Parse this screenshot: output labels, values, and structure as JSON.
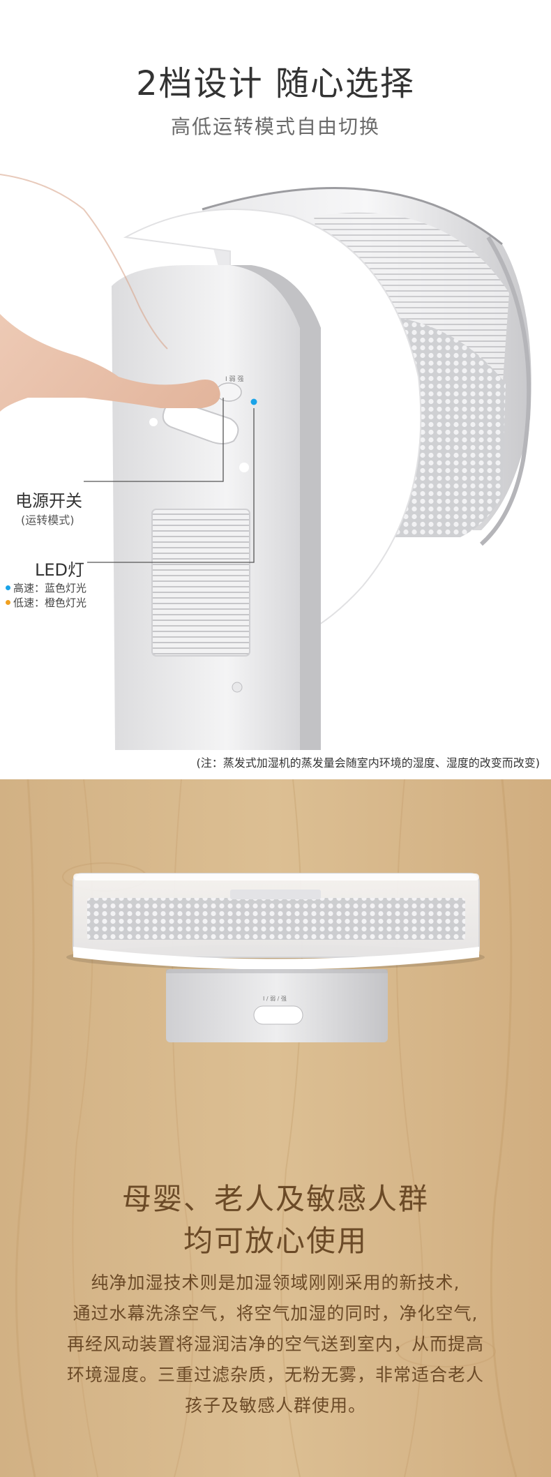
{
  "section1": {
    "headline": "2档设计 随心选择",
    "subline": "高低运转模式自由切换",
    "device_button_text": "I 弱 强",
    "callouts": {
      "power_label": "电源开关",
      "power_sub": "(运转模式)",
      "led_label": "LED灯",
      "speed_high": "高速：蓝色灯光",
      "speed_low": "低速：橙色灯光",
      "speed_high_color": "#1aa3e8",
      "speed_low_color": "#f0a020"
    },
    "note": "(注：蒸发式加湿机的蒸发量会随室内环境的湿度、湿度的改变而改变)"
  },
  "section2": {
    "panel_button_text": "I / 弱 / 强",
    "title_line1": "母婴、老人及敏感人群",
    "title_line2": "均可放心使用",
    "body_lines": [
      "纯净加湿技术则是加湿领域刚刚采用的新技术,",
      "通过水幕洗涤空气，将空气加湿的同时，净化空气,",
      "再经风动装置将湿润洁净的空气送到室内，从而提高",
      "环境湿度。三重过滤杂质，无粉无雾，非常适合老人",
      "孩子及敏感人群使用。"
    ],
    "colors": {
      "wood": "#d8b98c",
      "text": "#6b4a27"
    }
  }
}
